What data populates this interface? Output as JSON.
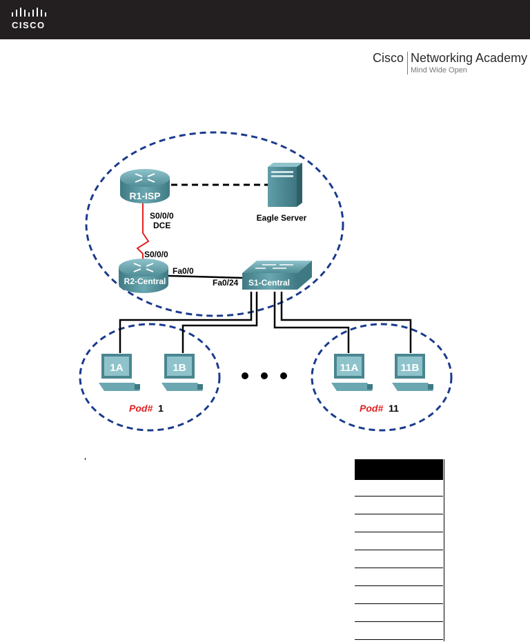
{
  "header": {
    "brand": "CISCO",
    "academy_brand": "Cisco",
    "academy_name": "Networking Academy",
    "academy_tagline": "Mind Wide Open"
  },
  "diagram": {
    "devices": {
      "r1": "R1-ISP",
      "r2": "R2-Central",
      "s1": "S1-Central",
      "server": "Eagle Server",
      "pc1a": "1A",
      "pc1b": "1B",
      "pc11a": "11A",
      "pc11b": "11B"
    },
    "interfaces": {
      "r1_serial": "S0/0/0",
      "r1_dce": "DCE",
      "r2_serial": "S0/0/0",
      "r2_fa": "Fa0/0",
      "s1_fa": "Fa0/24"
    },
    "pods": {
      "pod_word": "Pod#",
      "pod1_num": "1",
      "pod11_num": "11"
    },
    "colors": {
      "dashed_circle": "#1a3a8c",
      "device_teal": "#5f9ea8",
      "serial_link": "#e02020",
      "pod_label": "#e02020"
    }
  }
}
